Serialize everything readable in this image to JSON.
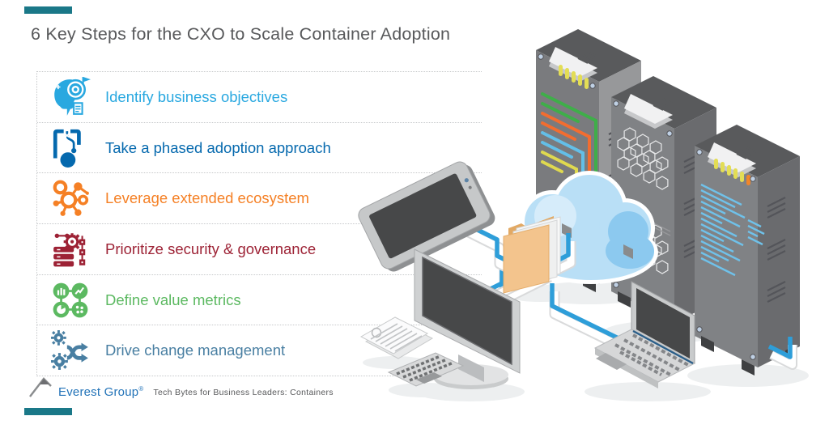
{
  "page": {
    "background": "#FFFFFF",
    "accent_bar_color": "#1A7888"
  },
  "title": {
    "text": "6 Key Steps for the CXO to Scale Container Adoption",
    "color": "#58595B"
  },
  "steps": [
    {
      "label": "Identify business objectives",
      "color": "#29A8E0",
      "icon": "head-target-icon"
    },
    {
      "label": "Take a phased adoption approach",
      "color": "#0569AE",
      "icon": "phased-path-icon"
    },
    {
      "label": "Leverage extended ecosystem",
      "color": "#F58025",
      "icon": "network-molecule-icon"
    },
    {
      "label": "Prioritize security & governance",
      "color": "#9D2235",
      "icon": "server-gear-icon"
    },
    {
      "label": "Define value metrics",
      "color": "#5CB961",
      "icon": "metrics-circles-icon"
    },
    {
      "label": "Drive change management",
      "color": "#497FA2",
      "icon": "gears-arrows-icon"
    }
  ],
  "footer": {
    "brand": "Everest Group",
    "registered": "®",
    "brand_color": "#2273B8",
    "tagline": "Tech Bytes for Business Leaders: Containers",
    "tagline_color": "#58595B"
  },
  "illustration": {
    "cable_color": "#2E9ED9",
    "cable_casing": "#FFFFFF",
    "cloud_main": "#B9DFF6",
    "cloud_light": "#D6ECFA",
    "cloud_dark": "#8CC9EF",
    "server_face": "#7A7B7E",
    "server_side_light": "#97989A",
    "server_side_dark": "#6A6B6E",
    "server_top": "#595A5C",
    "server_panel": "#F1F1F2",
    "server_feet": "#3F4042",
    "folder_front": "#F3C48D",
    "folder_back": "#E2A964",
    "device_frame": "#CDCFD0",
    "screen_color": "#474849",
    "line_green": "#3FAE49",
    "line_orange": "#F26D30",
    "line_blue": "#63BFE8",
    "line_yellow": "#DFD94F",
    "indicator_orange": "#F0862B"
  }
}
